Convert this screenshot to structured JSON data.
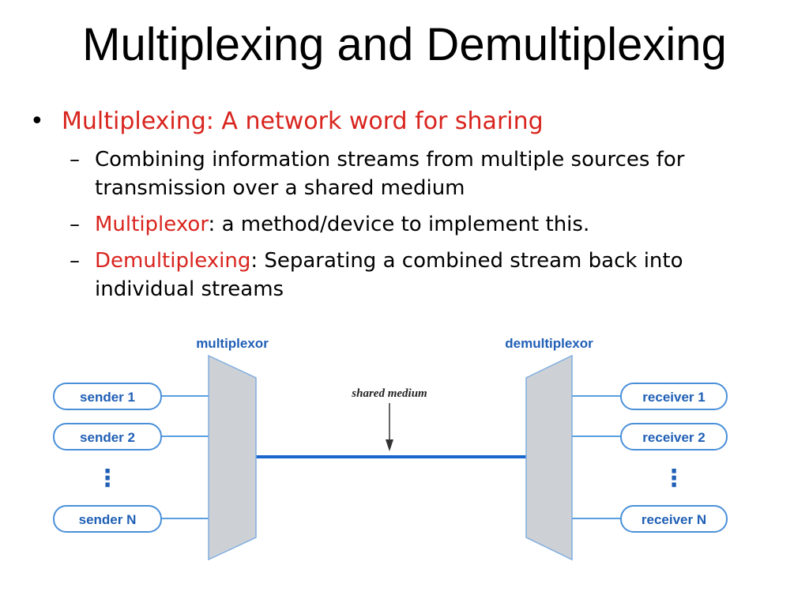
{
  "slide": {
    "title": "Multiplexing and Demultiplexing",
    "bullet": "Multiplexing: A network word for sharing",
    "sub": [
      {
        "text": "Combining information streams from multiple sources for transmission over a shared medium"
      },
      {
        "highlight": "Multiplexor",
        "text": ": a method/device to implement this."
      },
      {
        "highlight": "Demultiplexing",
        "text": ": Separating a combined stream back into individual streams"
      }
    ]
  },
  "diagram": {
    "multiplexor_label": "multiplexor",
    "demultiplexor_label": "demultiplexor",
    "medium_label": "shared medium",
    "senders": [
      "sender 1",
      "sender 2",
      "sender N"
    ],
    "receivers": [
      "receiver 1",
      "receiver 2",
      "receiver N"
    ],
    "ellipsis": "⋮",
    "colors": {
      "box_border": "#4a90d9",
      "line": "#5aa0e0",
      "medium": "#1a66cc",
      "device_fill": "#cdd1d6",
      "device_stroke": "#7faee0",
      "label": "#1f5fb5"
    }
  }
}
